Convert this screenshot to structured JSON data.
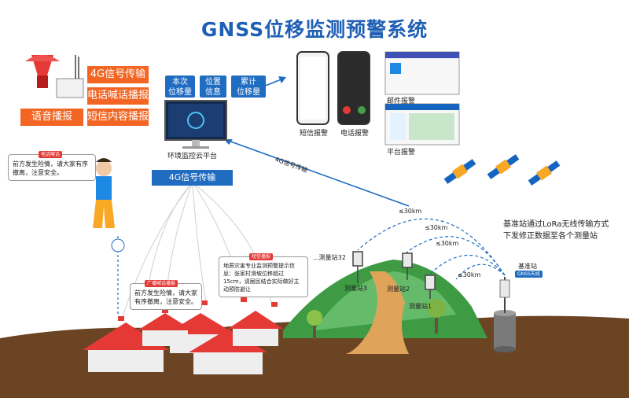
{
  "title": "GNSS位移监测预警系统",
  "alarm_device": {
    "left_labels": [
      "语音播报"
    ],
    "right_labels": [
      "4G信号传输",
      "电话喊话播报",
      "短信内容播报"
    ]
  },
  "platform": {
    "tags": [
      "本次\n位移量",
      "位置\n信息",
      "累计\n位移量"
    ],
    "name": "环境监控云平台"
  },
  "alerts": {
    "sms": "短信报警",
    "phone": "电话报警",
    "email": "邮件报警",
    "platform": "平台报警"
  },
  "link_4g": "4G信号传输",
  "uplink_label": "4G信号传输",
  "person_bubble": {
    "tag": "电话喊话",
    "text": "前方发生险情，请大家有序撤离，注意安全。"
  },
  "house_bubble": {
    "tag": "广播喊话播报",
    "text": "前方发生险情，请大家有序撤离，注意安全。"
  },
  "sms_bubble": {
    "tag": "短信播报",
    "text": "地质灾害专业监测预警提示信息：张家村滑坡位移超过15cm，请居民结合实际做好主动预防避让"
  },
  "stations": [
    "测量站1",
    "测量站2",
    "测量站3",
    "...测量站32"
  ],
  "base_station": "基准站",
  "base_tag": "GNSS天线",
  "distances": [
    "≤30km",
    "≤30km",
    "≤30km",
    "≤30km"
  ],
  "base_info": [
    "基准站通过LoRa无线传输方式",
    "下发修正数据至各个测量站"
  ],
  "colors": {
    "title": "#1f5fb4",
    "orange": "#f26522",
    "blue": "#1f6cc1",
    "red": "#e53935",
    "roof": "#e53935",
    "hill": "#4caf50",
    "ground": "#5a3a1e"
  }
}
